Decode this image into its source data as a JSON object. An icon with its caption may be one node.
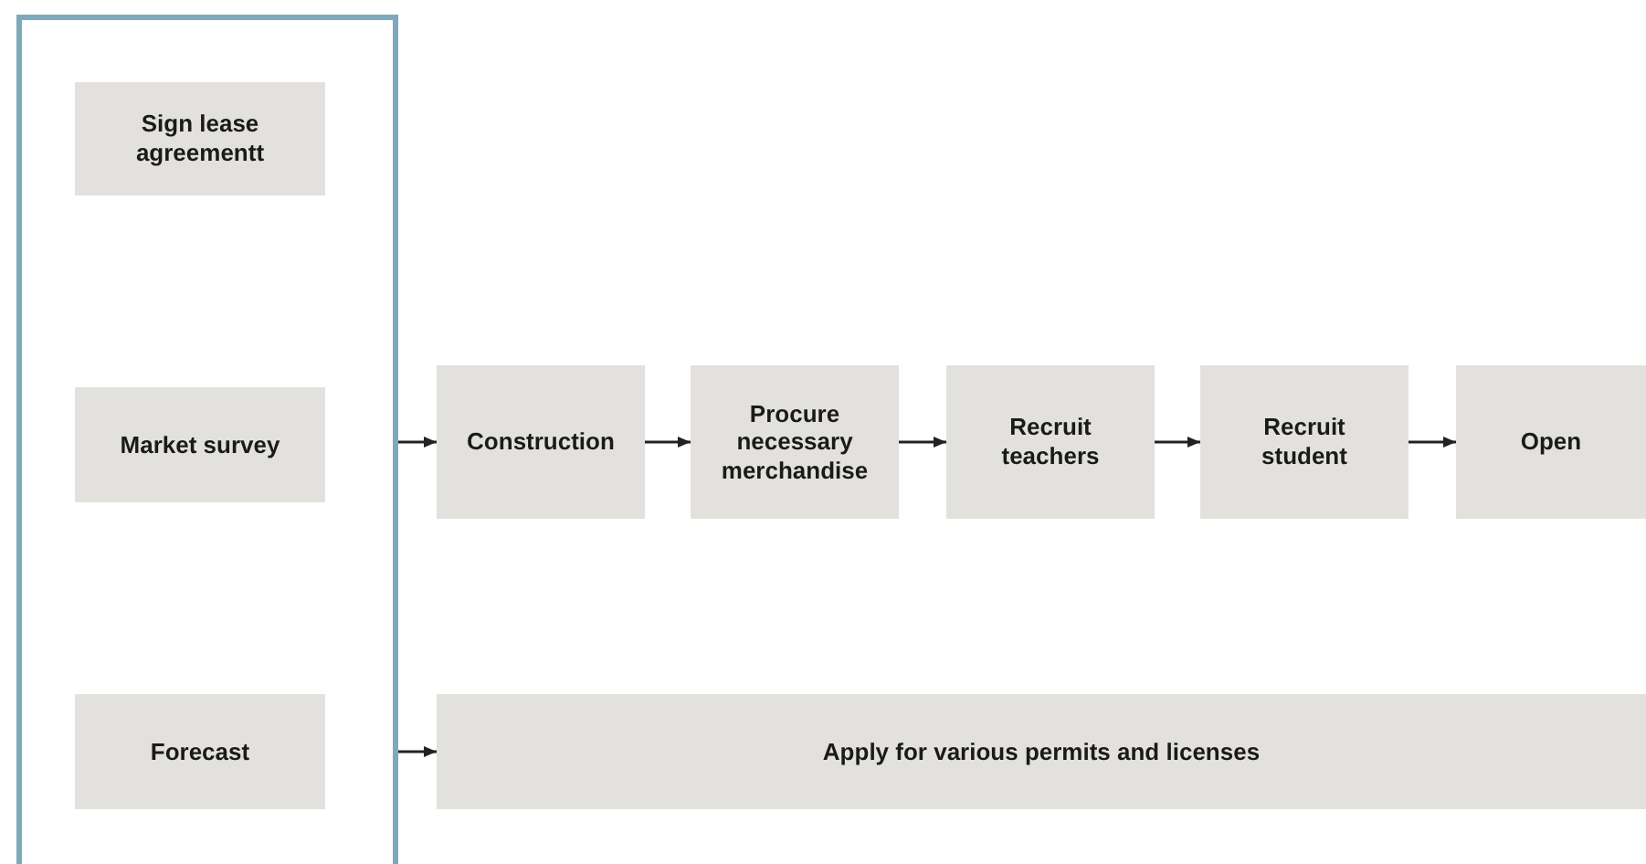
{
  "diagram": {
    "nodes": [
      {
        "text": [],
        "shape": "box"
      },
      {
        "text": [
          "Sign lease agreementt"
        ],
        "in": 0
      },
      {
        "text": [
          "Market survey"
        ],
        "in": 0
      },
      {
        "text": [
          "Forecast"
        ],
        "in": 0
      },
      {
        "text": [
          "Construction"
        ]
      },
      {
        "text": [
          "Procure necessary merchandise"
        ]
      },
      {
        "text": [
          "Recruit teachers"
        ]
      },
      {
        "text": [
          "Recruit student"
        ]
      },
      {
        "text": [
          "Open"
        ]
      },
      {
        "text": [
          "Apply for various permits and licenses"
        ]
      }
    ],
    "edges": [
      {
        "from": 0,
        "to": 4,
        "arrow": "to"
      },
      {
        "from": 4,
        "to": 5,
        "arrow": "to"
      },
      {
        "from": 5,
        "to": 6,
        "arrow": "to"
      },
      {
        "from": 6,
        "to": 7,
        "arrow": "to"
      },
      {
        "from": 7,
        "to": 8,
        "arrow": "to"
      },
      {
        "from": 0,
        "to": 9,
        "arrow": "to"
      }
    ]
  }
}
